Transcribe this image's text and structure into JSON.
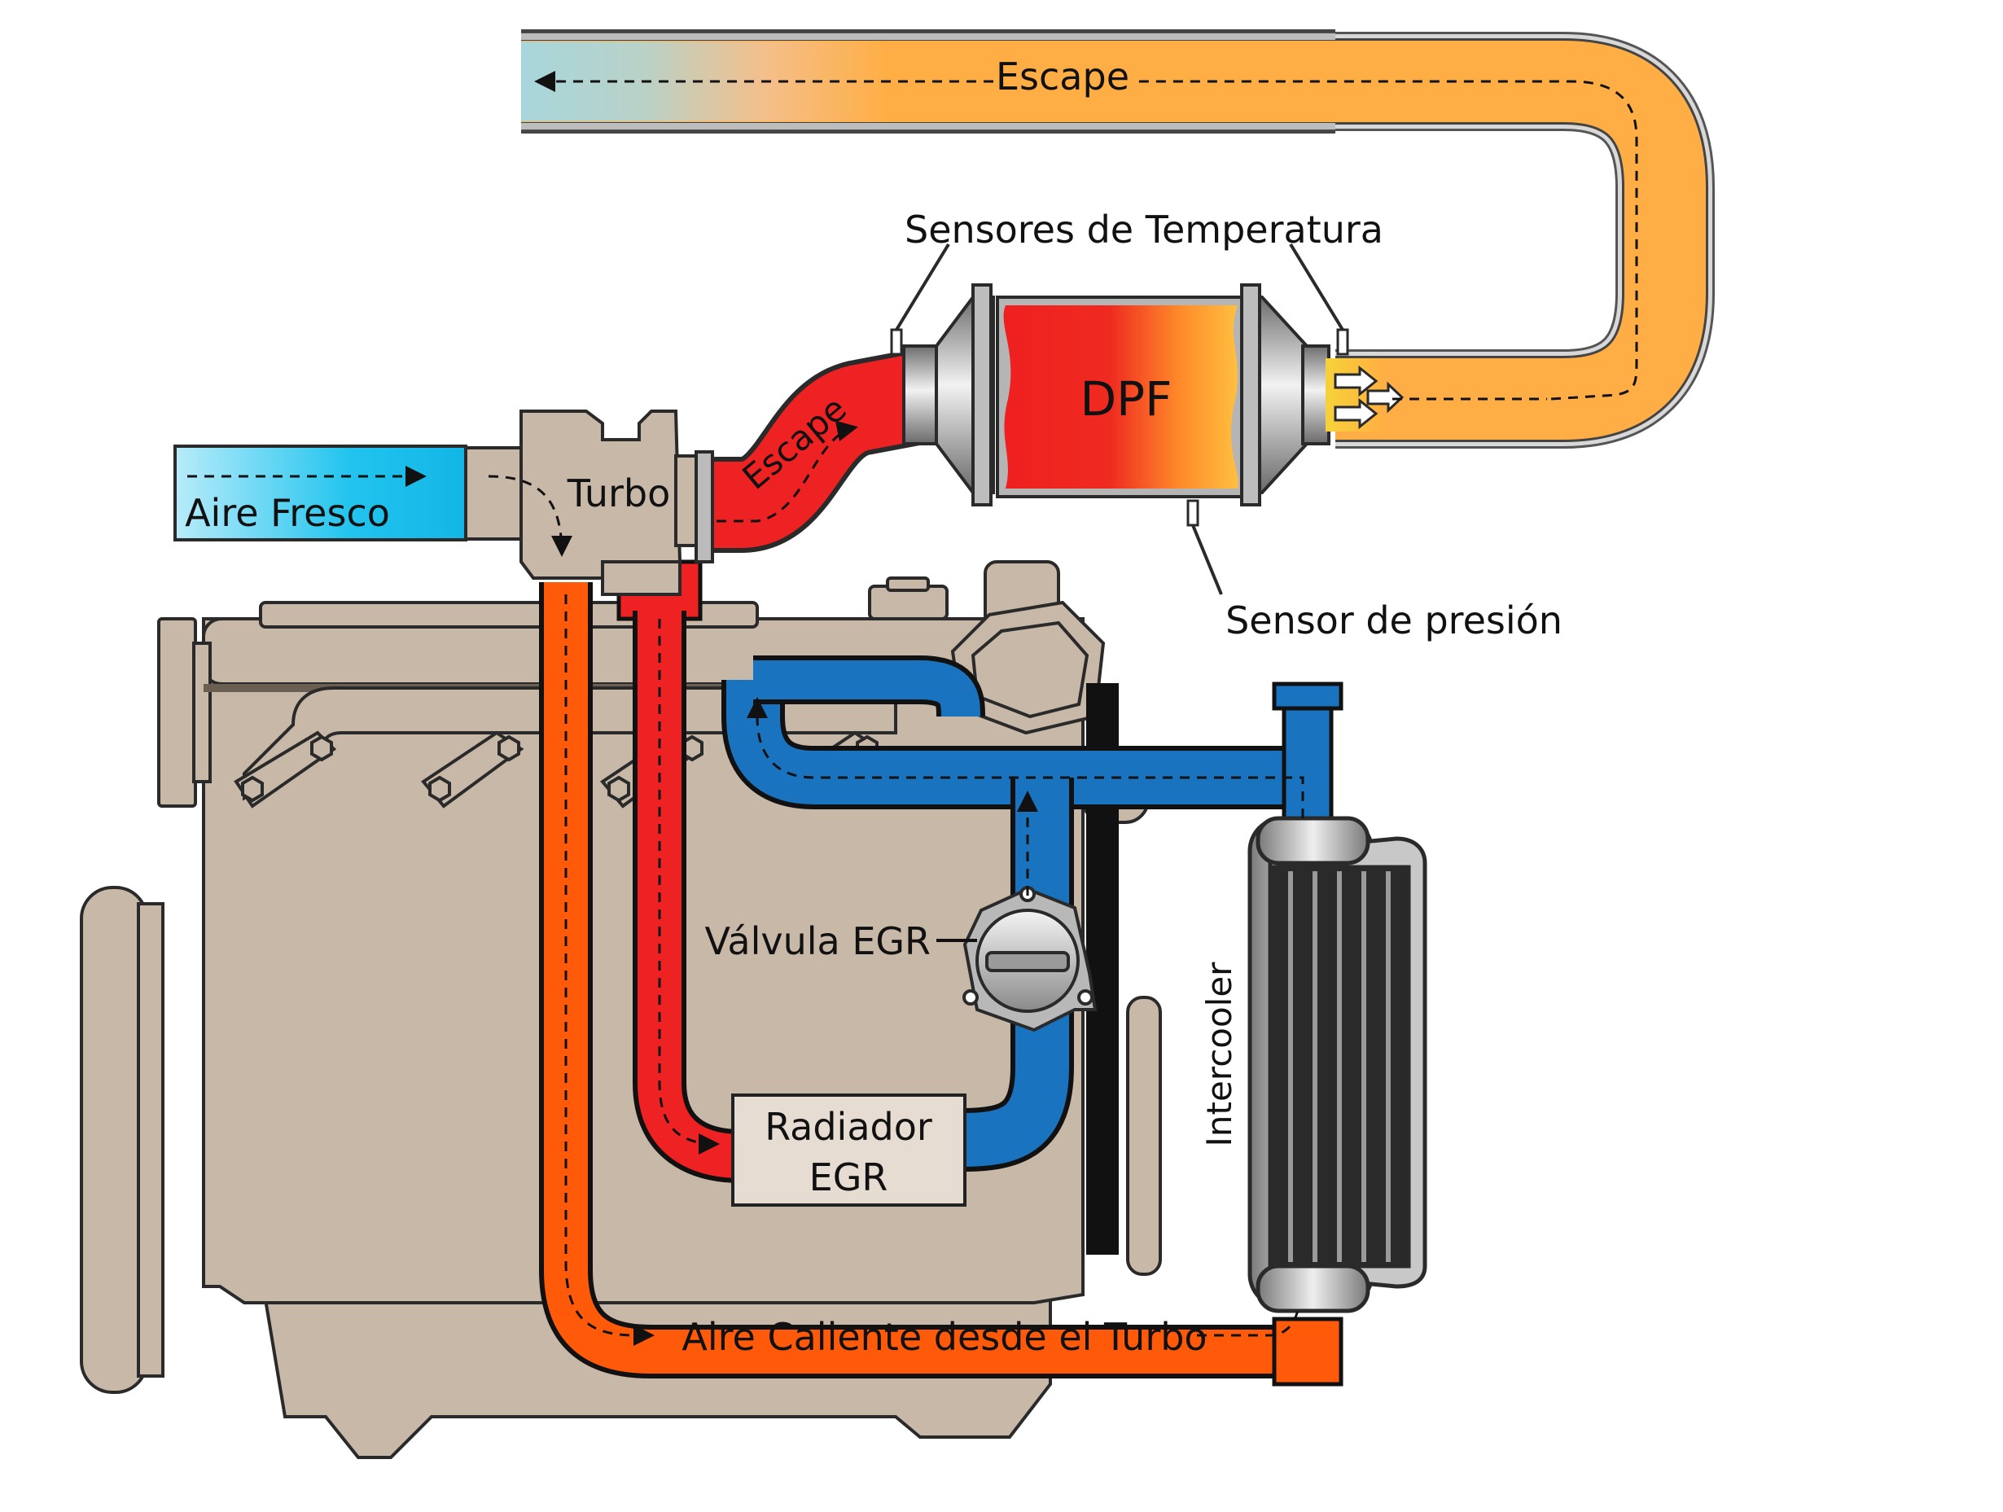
{
  "labels": {
    "exhaust_top": "Escape",
    "exhaust_pipe": "Escape",
    "temp_sensors": "Sensores de Temperatura",
    "dpf": "DPF",
    "pressure_sensor": "Sensor de presión",
    "fresh_air": "Aire Fresco",
    "turbo": "Turbo",
    "egr_valve": "Válvula EGR",
    "egr_radiator_line1": "Radiador",
    "egr_radiator_line2": "EGR",
    "intercooler": "Intercooler",
    "hot_air": "Aire Caliente desde el Turbo"
  },
  "colors": {
    "engine": "#c8b8a8",
    "engine_outline": "#2a2a2a",
    "exhaust_red": "#ee2222",
    "hot_air_orange": "#ff5a0a",
    "egr_blue": "#1a73be",
    "exhaust_orange": "#ffae45",
    "fresh_air_cyan": "#22c4ee",
    "steel": "#9a9a9a"
  }
}
